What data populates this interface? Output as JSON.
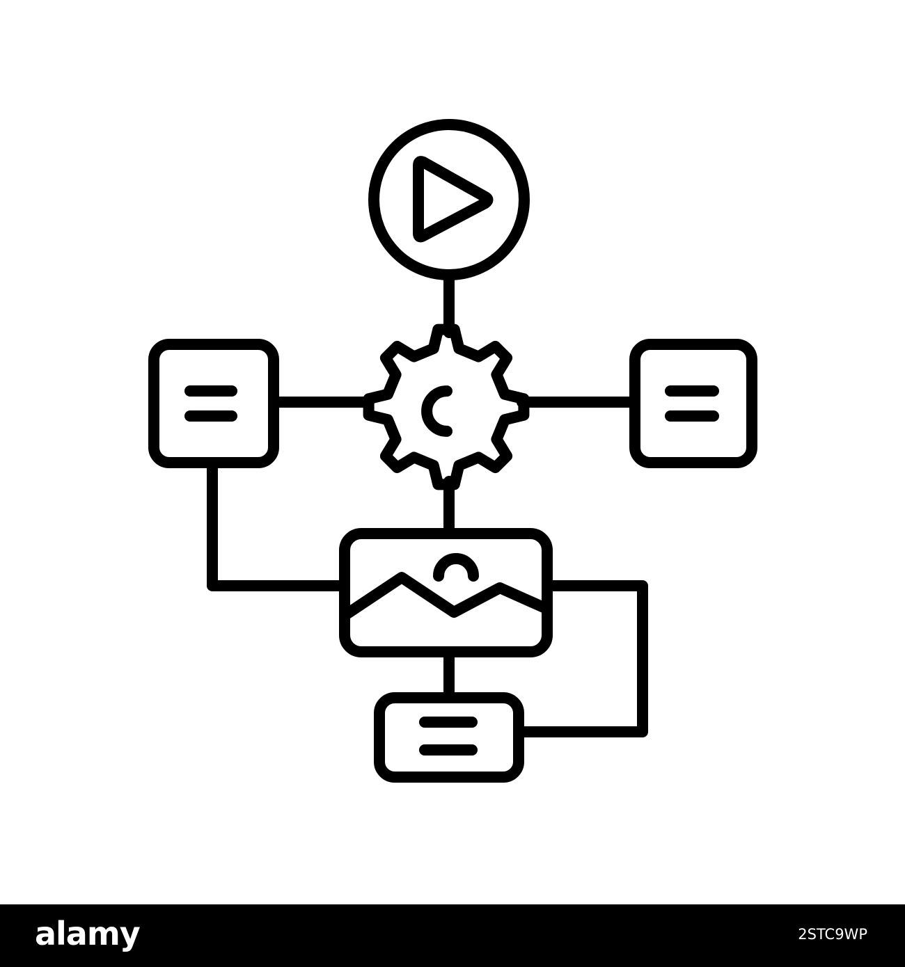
{
  "colors": {
    "background": "#ffffff",
    "stroke": "#000000",
    "footer_background": "#000000",
    "footer_text": "#ffffff"
  },
  "diagram": {
    "icon_name": "workflow-icon",
    "nodes": [
      {
        "id": "play-node",
        "icon": "play-icon"
      },
      {
        "id": "gear-node",
        "icon": "gear-icon"
      },
      {
        "id": "left-doc-node",
        "icon": "document-icon"
      },
      {
        "id": "right-doc-node",
        "icon": "document-icon"
      },
      {
        "id": "image-node",
        "icon": "image-icon"
      },
      {
        "id": "bottom-doc-node",
        "icon": "document-icon"
      }
    ]
  },
  "footer": {
    "brand": "alamy",
    "image_id": "2STC9WP"
  }
}
